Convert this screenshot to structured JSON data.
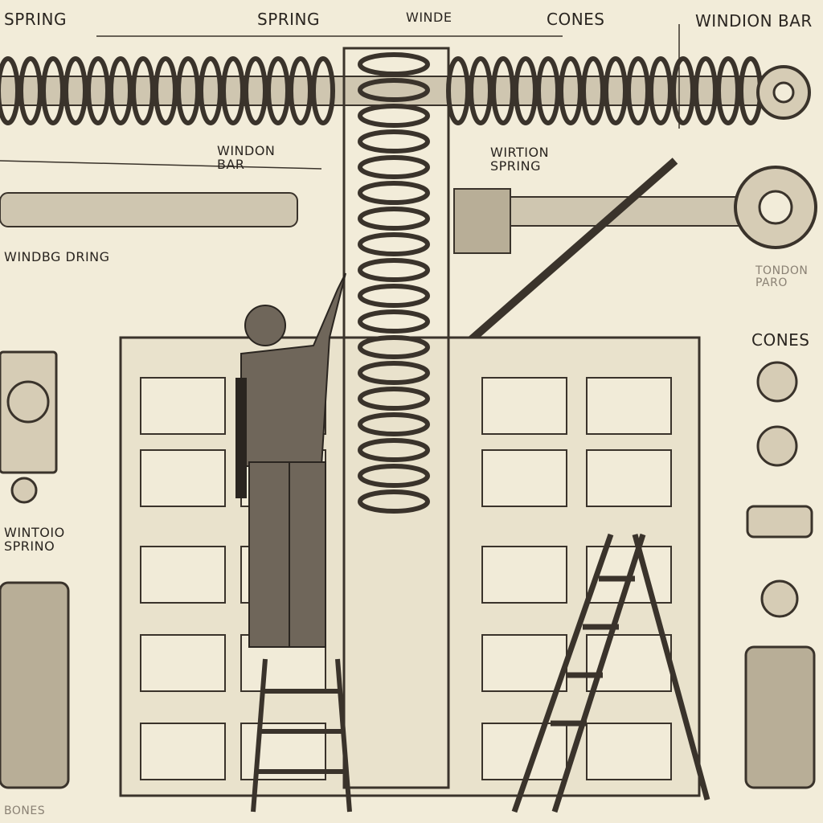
{
  "labels": {
    "spring_top_left": "SPRING",
    "spring_top_mid": "SPRING",
    "winde_top": "WINDE",
    "cones_top": "CONES",
    "windion_bar_top": "WINDION BAR",
    "windon_bar_mid": "WINDON\nBAR",
    "wirtion_spring": "WIRTION\nSPRING",
    "windbg_dring": "WINDBG DRING",
    "tondon_paro": "TONDON\nPARO",
    "cones_right": "CONES",
    "wintoio_spring": "WINTOIO\nSPRINO",
    "bones_bottom": "BONES"
  },
  "colors": {
    "paper": "#f2ecd9",
    "ink": "#2a2520",
    "metal": "#8f8374",
    "door": "#e9e2cc"
  },
  "icons": [
    "coil-spring-icon",
    "ladder-icon",
    "person-icon",
    "winding-cone-icon",
    "spring-spool-icon"
  ]
}
